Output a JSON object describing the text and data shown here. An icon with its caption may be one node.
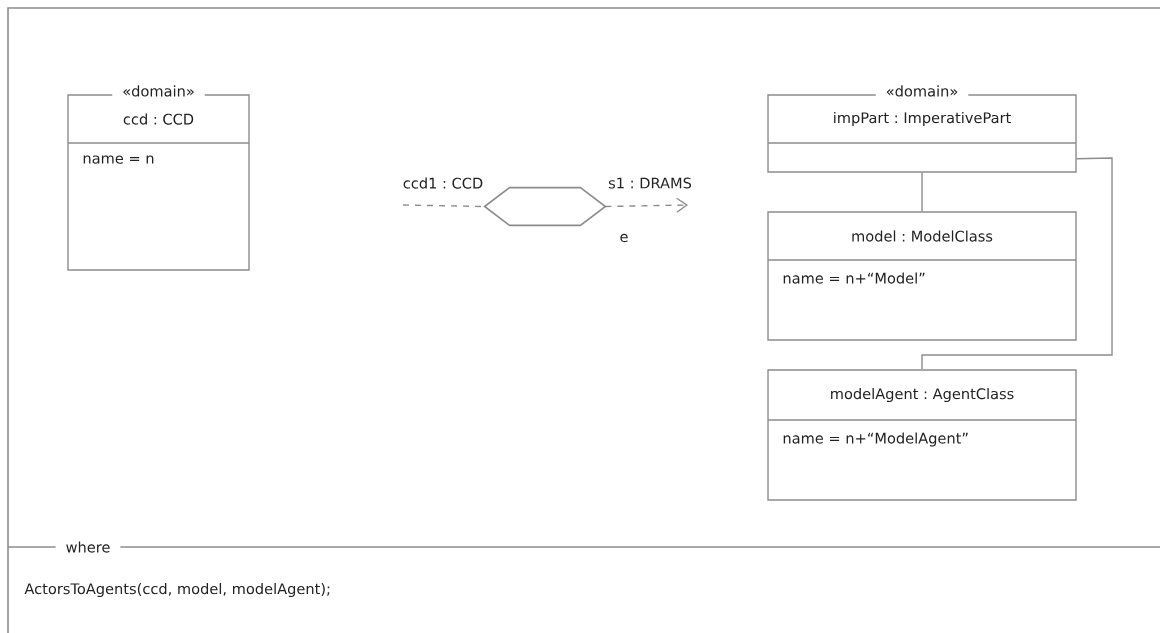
{
  "diagram": {
    "nodes": [
      {
        "text": [
          "«domain»",
          "ccd : CCD",
          "name = n"
        ]
      },
      {
        "text": [],
        "shape": "hexagon"
      },
      {
        "text": [
          "«domain»",
          "impPart : ImperativePart"
        ]
      },
      {
        "text": [
          "model : ModelClass",
          "name = n+“Model”"
        ]
      },
      {
        "text": [
          "modelAgent : AgentClass",
          "name = n+“ModelAgent”"
        ]
      }
    ],
    "edges": [
      {
        "from": null,
        "to": 1,
        "arrow": "none",
        "label": "ccd1 : CCD",
        "style": "dashed"
      },
      {
        "from": 1,
        "to": null,
        "arrow": "to",
        "label": "s1 : DRAMS",
        "style": "dashed"
      },
      {
        "from": 2,
        "to": 3,
        "arrow": "none"
      },
      {
        "from": 2,
        "to": 4,
        "arrow": "none"
      }
    ],
    "labels": [
      "e",
      "where",
      "ActorsToAgents(ccd, model, modelAgent);"
    ]
  }
}
